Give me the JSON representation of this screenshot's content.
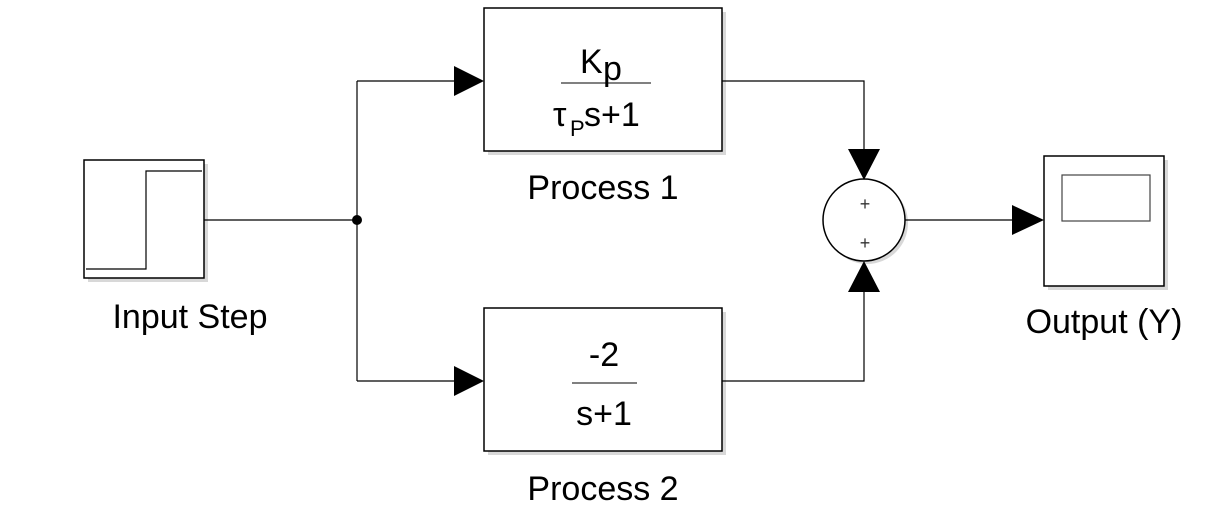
{
  "blocks": {
    "input_step": {
      "label": "Input Step"
    },
    "process1": {
      "label": "Process 1",
      "numerator_main": "K",
      "numerator_sub": "p",
      "denominator_main": "τ",
      "denominator_sub": "P",
      "denominator_rest": "s+1"
    },
    "process2": {
      "label": "Process 2",
      "numerator": "-2",
      "denominator": "s+1"
    },
    "sum": {
      "sign_top": "+",
      "sign_bottom": "+"
    },
    "output": {
      "label": "Output (Y)"
    }
  }
}
